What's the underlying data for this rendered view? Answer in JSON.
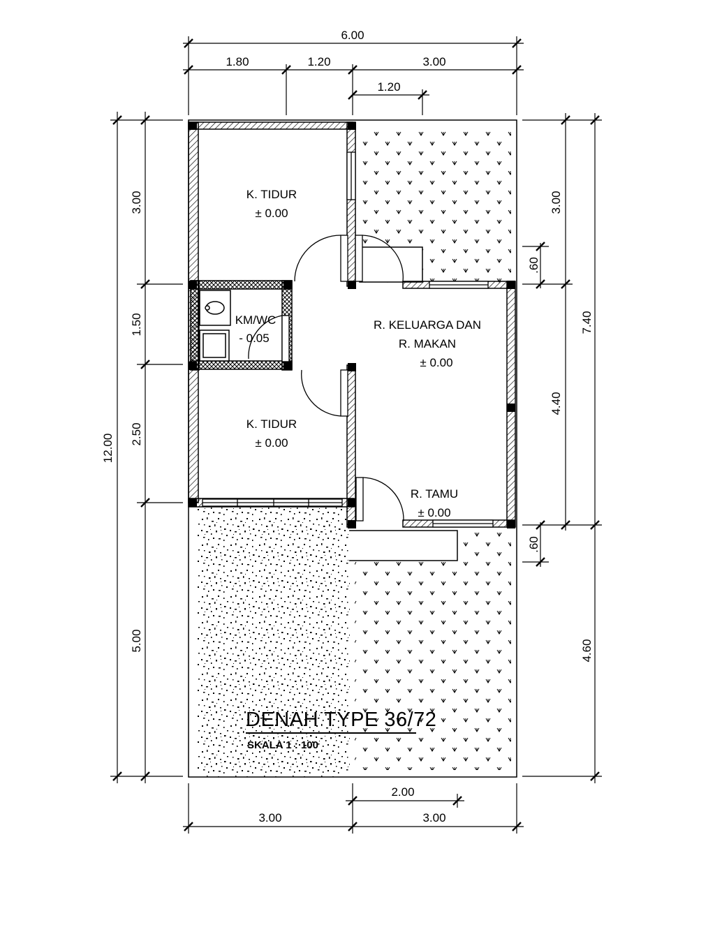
{
  "title": "DENAH TYPE 36/72",
  "scale": "SKALA 1 : 100",
  "rooms": [
    {
      "name": "K. TIDUR",
      "level": "± 0.00"
    },
    {
      "name": "KM/WC",
      "level": "- 0.05"
    },
    {
      "name_line1": "R. KELUARGA DAN",
      "name_line2": "R. MAKAN",
      "level": "± 0.00"
    },
    {
      "name": "K. TIDUR",
      "level": "± 0.00"
    },
    {
      "name": "R. TAMU",
      "level": "± 0.00"
    }
  ],
  "dimensions": {
    "top_total": "6.00",
    "top_segments": [
      "1.80",
      "1.20",
      "3.00"
    ],
    "top_sub": "1.20",
    "left_total": "12.00",
    "left_segments": [
      "3.00",
      "1.50",
      "2.50",
      "5.00"
    ],
    "right_segments": [
      "3.00",
      ".60",
      "4.40",
      ".60"
    ],
    "right_outer": [
      "7.40",
      "4.60"
    ],
    "bottom_sub": "2.00",
    "bottom_segments": [
      "3.00",
      "3.00"
    ]
  },
  "colors": {
    "line": "#000000",
    "background": "#ffffff"
  }
}
